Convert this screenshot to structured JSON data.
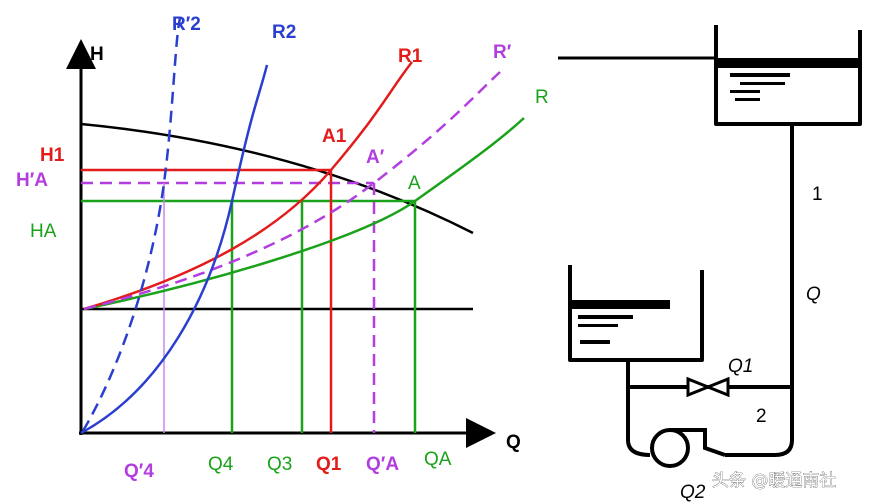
{
  "diagram": {
    "axes": {
      "y_label": "H",
      "x_label": "Q"
    },
    "curves": {
      "R2_dashed": "R′2",
      "R2": "R2",
      "R1": "R1",
      "R_prime": "R′",
      "R": "R"
    },
    "points": {
      "A1": "A1",
      "A_prime": "A′",
      "A": "A"
    },
    "head_labels": {
      "H1": "H1",
      "HA_prime": "H′A",
      "HA": "HA"
    },
    "flow_labels": {
      "Q4_prime": "Q′4",
      "Q4": "Q4",
      "Q3": "Q3",
      "Q1": "Q1",
      "QA_prime": "Q′A",
      "QA": "QA"
    },
    "colors": {
      "red": "#e31b1b",
      "green": "#1aa31a",
      "purple": "#b23ee0",
      "blue": "#2a3fd0",
      "black": "#000000"
    }
  },
  "schematic": {
    "pipe_label_1": "1",
    "flow_label_main": "Q",
    "flow_label_branch": "Q1",
    "pipe_label_2": "2",
    "flow_label_bottom": "Q2"
  },
  "watermark": "头条 @暖通南社"
}
